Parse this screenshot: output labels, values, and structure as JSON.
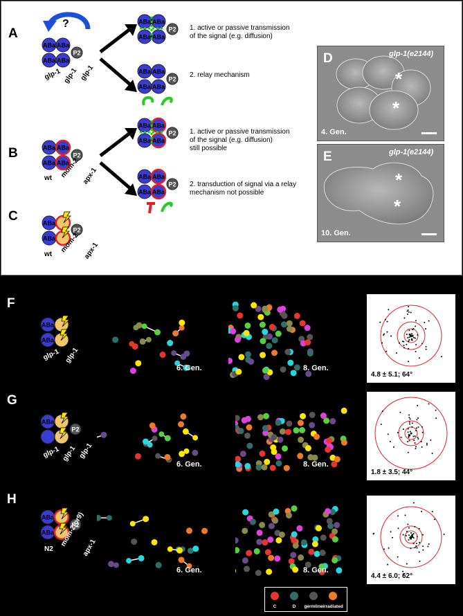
{
  "panels": {
    "A": {
      "label": "A",
      "question": "?",
      "cells": [
        "ABa",
        "ABa",
        "ABa",
        "ABa",
        "P2"
      ],
      "genes": [
        "glp-1",
        "glp-1",
        "glp-1"
      ],
      "result_cells_1": [
        "ABa",
        "ABa",
        "ABa",
        "ABa",
        "P2"
      ],
      "result_cells_2": [
        "ABa",
        "ABa",
        "ABa",
        "ABa",
        "P2"
      ],
      "note1": "1. active or passive transmission\nof the signal (e.g. diffusion)",
      "note2": "2. relay mechanism"
    },
    "B": {
      "label": "B",
      "cells": [
        "ABa",
        "ABa",
        "ABa",
        "ABa",
        "P2"
      ],
      "genes": [
        "wt",
        "mom-2",
        "apx-1"
      ],
      "result_cells_1": [
        "ABa",
        "ABa",
        "ABa",
        "ABa",
        "P2"
      ],
      "result_cells_2": [
        "ABa",
        "ABa",
        "ABa",
        "ABa",
        "P2"
      ],
      "note1": "1. active or passive transmission\nof the signal (e.g. diffusion)\nstill possible",
      "note2": "2. transduction of signal via a relay\nmechanism not possible"
    },
    "C": {
      "label": "C",
      "cells": [
        "ABa",
        "ABa",
        "P2"
      ],
      "genes": [
        "wt",
        "mom-2",
        "apx-1"
      ]
    },
    "D": {
      "label": "D",
      "title": "glp-1(e2144)",
      "gen": "4. Gen.",
      "marks": [
        "*",
        "*"
      ]
    },
    "E": {
      "label": "E",
      "title": "glp-1(e2144)",
      "gen": "10. Gen.",
      "marks": [
        "*",
        "*"
      ]
    },
    "F": {
      "label": "F",
      "cells": [
        "ABa",
        "ABa"
      ],
      "genes": [
        "glp-1",
        "glp-1"
      ],
      "gen_mid": "6. Gen.",
      "gen_right": "8. Gen.",
      "stat": "4.8 ± 5.1; 64°"
    },
    "G": {
      "label": "G",
      "cells": [
        "ABa",
        "ABa",
        "P2"
      ],
      "genes": [
        "glp-1",
        "glp-1",
        "glp-1"
      ],
      "gen_mid": "6. Gen.",
      "gen_right": "8. Gen.",
      "stat": "1.8 ± 3.5; 44°"
    },
    "H": {
      "label": "H",
      "cells": [
        "ABa",
        "ABa",
        "P2"
      ],
      "genes": [
        "N2",
        "mom-2(or9)",
        "apx-1"
      ],
      "gen_mid": "6. Gen.",
      "gen_right": "8. Gen.",
      "stat": "4.4 ± 6.0; 62°"
    }
  },
  "legend": {
    "items": [
      {
        "label": "C",
        "color": "#e8362f"
      },
      {
        "label": "D",
        "color": "#2f6f6a"
      },
      {
        "label": "germline",
        "color": "#555555"
      },
      {
        "label": "irradiated",
        "color": "#f07a2a"
      }
    ]
  },
  "colors": {
    "aba_blue": "#3b3bd6",
    "yellow_cell": "#f2c66a",
    "red_ring": "#e0202a",
    "green_signal": "#22cc22",
    "arrow_blue": "#1f4fd8"
  },
  "icons": [
    "question-icon",
    "lightning-icon",
    "black-arrow-icon",
    "curved-arrow-icon"
  ]
}
